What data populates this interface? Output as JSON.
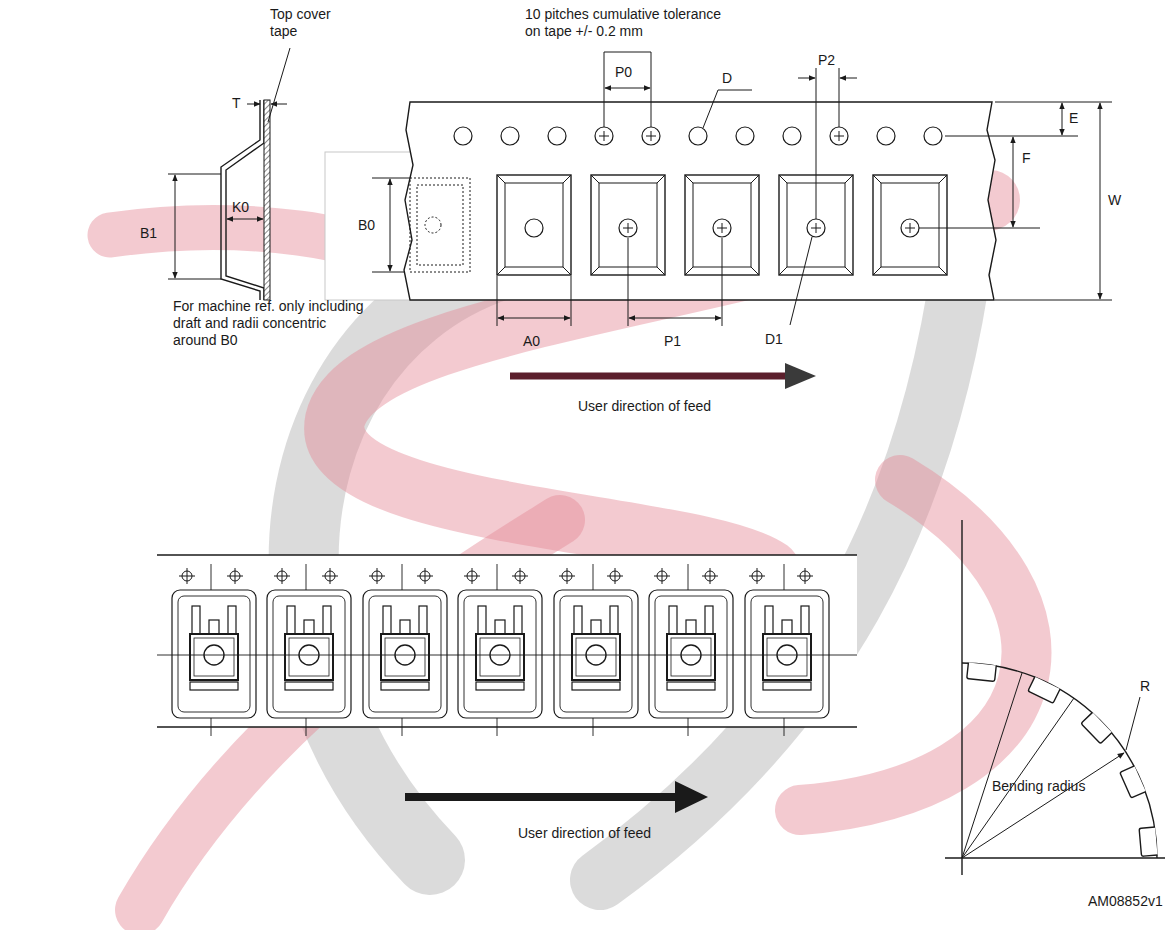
{
  "diagram": {
    "labels": [
      "10 pitches cumulative tolerance on tape +/- 0.2 mm",
      "T",
      "Top cover tape",
      "P0",
      "D",
      "P2",
      "E",
      "F",
      "W",
      "B1",
      "K0",
      "B0",
      "For machine ref. only including draft and radii concentric around B0",
      "A0",
      "P1",
      "D1",
      "User direction of feed",
      "R",
      "User direction of feed",
      "Bending radius",
      "AM08852v1"
    ]
  }
}
